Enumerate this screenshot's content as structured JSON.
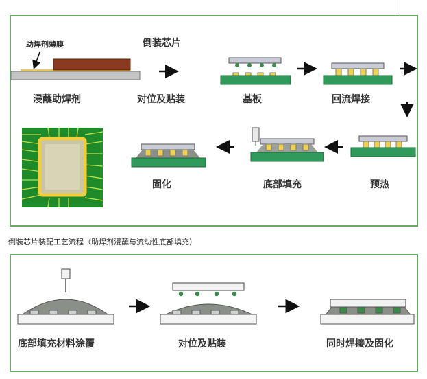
{
  "panel1": {
    "labels": {
      "flux_film": "助焊剂薄膜",
      "flip_chip": "倒装芯片",
      "dip_flux": "浸蘸助焊剂",
      "align_mount": "对位及贴装",
      "substrate": "基板",
      "reflow": "回流焊接",
      "preheat": "预热",
      "underfill": "底部填充",
      "cure": "固化"
    }
  },
  "caption": "倒装芯片装配工艺流程（助焊剂浸蘸与流动性底部填充）",
  "panel2": {
    "labels": {
      "coat": "底部填充材料涂覆",
      "align_mount": "对位及贴装",
      "solder_cure": "同时焊接及固化"
    }
  },
  "colors": {
    "frame": "#6aa96a",
    "board": "#2f9a5a",
    "chip": "#c9ccd6",
    "bump": "#f0d050",
    "brown_chip": "#8a3a1e",
    "substrate_grey": "#b8b8b8",
    "underfill_grey": "#8a8f88"
  }
}
